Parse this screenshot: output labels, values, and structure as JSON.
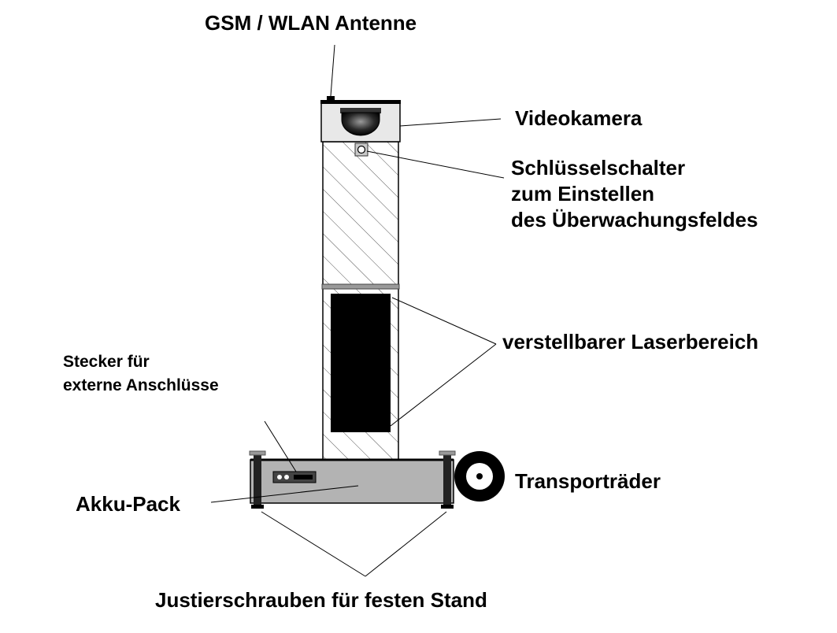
{
  "labels": {
    "antenna": "GSM / WLAN Antenne",
    "camera": "Videokamera",
    "keyswitch_line1": "Schlüsselschalter",
    "keyswitch_line2": "zum Einstellen",
    "keyswitch_line3": "des Überwachungsfeldes",
    "laser": "verstellbarer Laserbereich",
    "connector_line1": "Stecker für",
    "connector_line2": "externe Anschlüsse",
    "battery": "Akku-Pack",
    "wheels": "Transporträder",
    "screws": "Justierschrauben für festen Stand"
  },
  "colors": {
    "background": "#ffffff",
    "ink": "#000000",
    "base_gray": "#b3b3b3",
    "camera_housing": "#e8e8e8",
    "laser_window": "#000000",
    "hatch": "#555555"
  }
}
